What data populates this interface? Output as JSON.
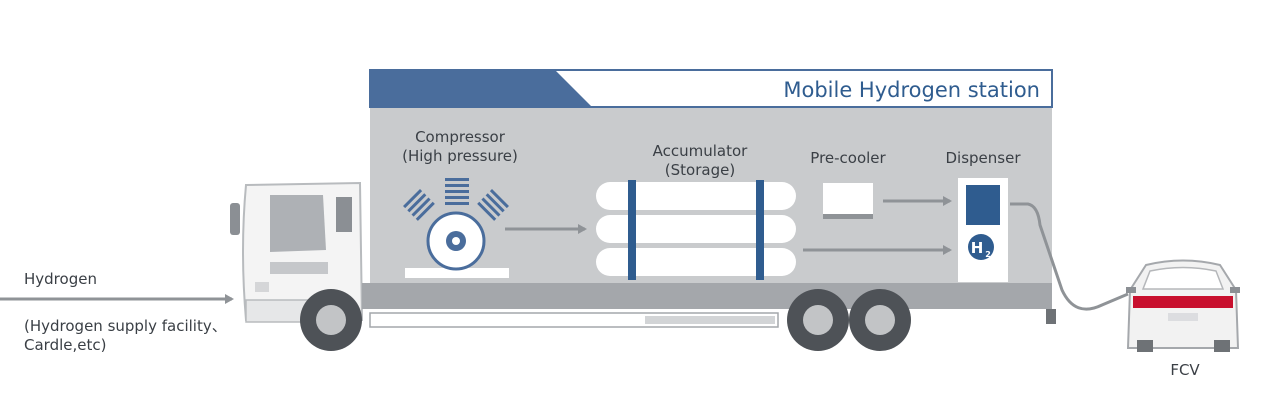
{
  "banner": {
    "title": "Mobile Hydrogen station"
  },
  "components": {
    "compressor": {
      "line1": "Compressor",
      "line2": "(High pressure)"
    },
    "accumulator": {
      "line1": "Accumulator",
      "line2": "(Storage)"
    },
    "precooler": {
      "label": "Pre-cooler"
    },
    "dispenser": {
      "label": "Dispenser",
      "badge_letter": "H",
      "badge_sub": "2"
    }
  },
  "input": {
    "label": "Hydrogen",
    "source_line1": "(Hydrogen supply facility、",
    "source_line2": "Cardle,etc)"
  },
  "output": {
    "label": "FCV"
  },
  "colors": {
    "box_gray": "#c9cbcd",
    "trailer_gray": "#a4a7ab",
    "banner_blue": "#4a6d9c",
    "accent_blue": "#2f5c8f",
    "wheel_dark": "#4e5257",
    "arrow_gray": "#8f9397",
    "brake_red": "#c8102e"
  }
}
